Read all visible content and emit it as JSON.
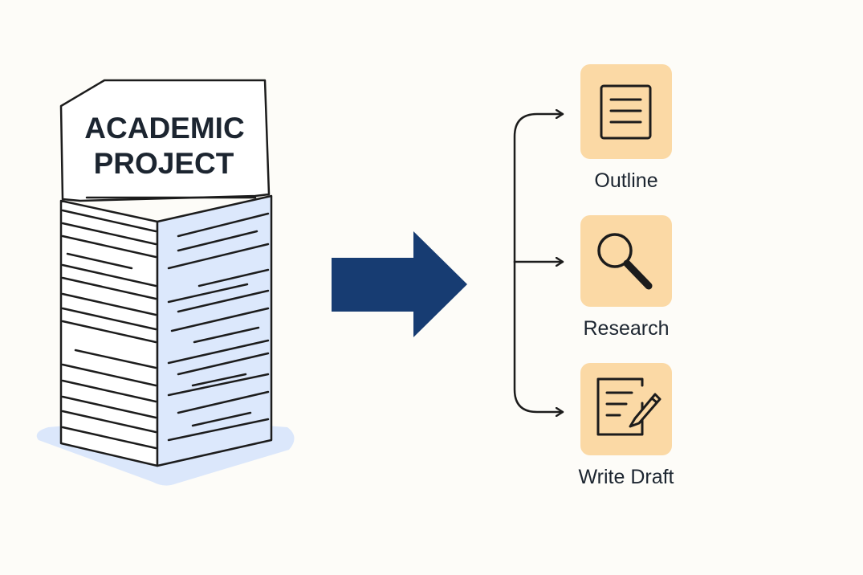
{
  "document": {
    "title_line1": "ACADEMIC",
    "title_line2": "PROJECT"
  },
  "steps": [
    {
      "label": "Outline",
      "icon": "outline-icon"
    },
    {
      "label": "Research",
      "icon": "magnifier-icon"
    },
    {
      "label": "Write Draft",
      "icon": "pencil-document-icon"
    }
  ],
  "colors": {
    "background": "#fdfcf8",
    "ink": "#1c1c1c",
    "arrow": "#173c72",
    "tile": "#fbd9a5",
    "shadow": "#dbe7fb",
    "side_face": "#dce8fc"
  }
}
